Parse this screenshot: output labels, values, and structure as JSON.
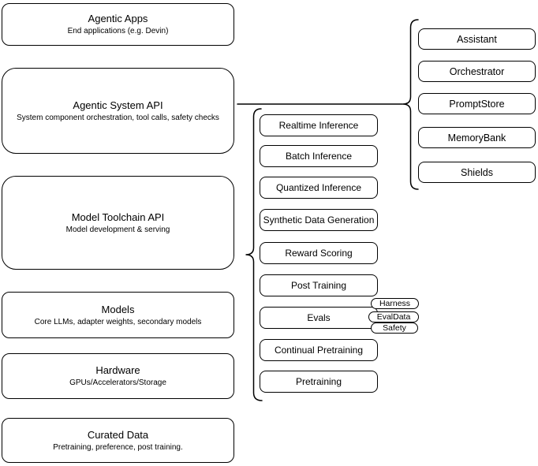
{
  "colors": {
    "stroke": "#000000",
    "background": "#ffffff",
    "text": "#000000"
  },
  "left": {
    "boxes": [
      {
        "title": "Agentic Apps",
        "subtitle": "End applications (e.g. Devin)"
      },
      {
        "title": "Agentic System API",
        "subtitle": "System component orchestration, tool calls, safety checks"
      },
      {
        "title": "Model Toolchain API",
        "subtitle": "Model development & serving"
      },
      {
        "title": "Models",
        "subtitle": "Core LLMs, adapter weights, secondary models"
      },
      {
        "title": "Hardware",
        "subtitle": "GPUs/Accelerators/Storage"
      },
      {
        "title": "Curated Data",
        "subtitle": "Pretraining, preference, post training."
      }
    ]
  },
  "toolchain": {
    "items": [
      "Realtime Inference",
      "Batch Inference",
      "Quantized Inference",
      "Synthetic Data Generation",
      "Reward Scoring",
      "Post Training",
      "Evals",
      "Continual Pretraining",
      "Pretraining"
    ]
  },
  "evals_tags": [
    "Harness",
    "EvalData",
    "Safety"
  ],
  "system": {
    "items": [
      "Assistant",
      "Orchestrator",
      "PromptStore",
      "MemoryBank",
      "Shields"
    ]
  }
}
